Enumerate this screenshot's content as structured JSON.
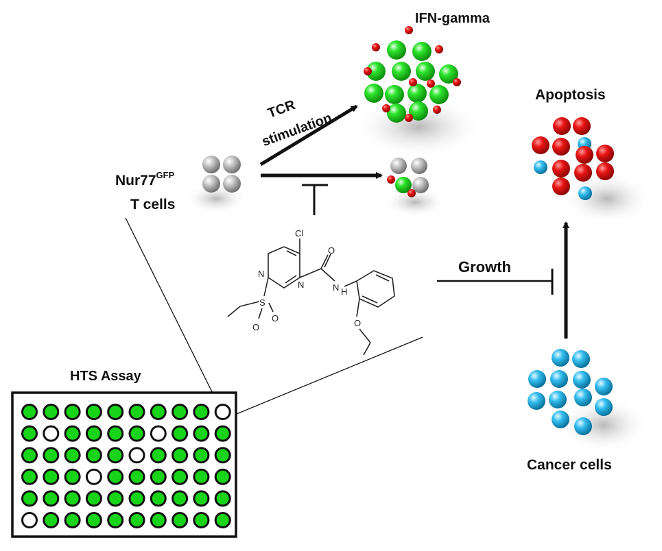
{
  "labels": {
    "ifn": "IFN-gamma",
    "tcr_line1": "TCR",
    "tcr_line2": "stimulation",
    "nur77": "Nur77",
    "nur77_sup": "GFP",
    "tcells": "T cells",
    "apoptosis": "Apoptosis",
    "growth": "Growth",
    "hts": "HTS Assay",
    "cancer": "Cancer cells"
  },
  "molecule": {
    "cl": "Cl",
    "n1": "N",
    "n2": "N",
    "n_amide": "N",
    "h": "H",
    "o_carbonyl": "O",
    "s": "S",
    "o_s1": "O",
    "o_s2": "O",
    "o_ether": "O"
  },
  "hts_plate": {
    "rows": 6,
    "cols": 10,
    "well_color": "#18d418",
    "empty_wells": [
      [
        0,
        9
      ],
      [
        1,
        1
      ],
      [
        1,
        6
      ],
      [
        2,
        5
      ],
      [
        3,
        3
      ],
      [
        5,
        0
      ]
    ]
  },
  "colors": {
    "gfp_green": "#19d419",
    "ifn_red": "#e01010",
    "tcell_gray": "#b5b5b5",
    "apoptotic_red": "#dd1c1c",
    "cancer_blue": "#2fb8ea"
  }
}
